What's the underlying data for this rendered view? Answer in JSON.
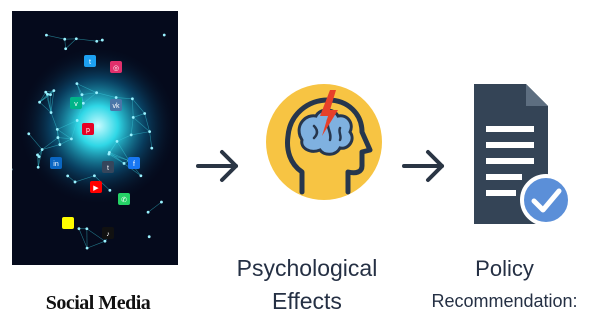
{
  "nodes": [
    {
      "id": "social-media",
      "label": "Social Media"
    },
    {
      "id": "psychological-effects",
      "label_line1": "Psychological",
      "label_line2": "Effects"
    },
    {
      "id": "policy",
      "label_line1": "Policy",
      "label_line2": "Recommendation:"
    }
  ],
  "social_icons": [
    "twitter-icon",
    "instagram-icon",
    "vine-icon",
    "vk-icon",
    "pinterest-icon",
    "linkedin-icon",
    "tumblr-icon",
    "facebook-icon",
    "youtube-icon",
    "whatsapp-icon",
    "snapchat-icon",
    "tiktok-icon"
  ],
  "social_icon_letters": {
    "twitter-icon": "t",
    "instagram-icon": "◎",
    "vine-icon": "v",
    "vk-icon": "vk",
    "pinterest-icon": "p",
    "linkedin-icon": "in",
    "tumblr-icon": "t",
    "facebook-icon": "f",
    "youtube-icon": "▶",
    "whatsapp-icon": "✆",
    "snapchat-icon": "",
    "tiktok-icon": "♪"
  },
  "colors": {
    "panel_bg": "#050a1c",
    "glow": "#2fd7e6",
    "arrow": "#2a3544",
    "psych_circle": "#f7c443",
    "brain_blue": "#7fb1e0",
    "head_outline": "#26364d",
    "lightning": "#e6402a",
    "doc_body": "#344456",
    "check_circle": "#5b8fd8"
  }
}
